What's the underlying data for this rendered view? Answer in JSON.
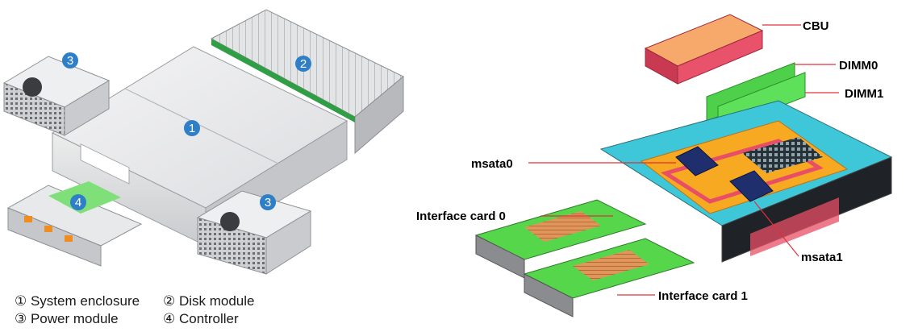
{
  "left": {
    "badges": {
      "enclosure": "1",
      "disk": "2",
      "power": "3",
      "controller": "4"
    },
    "legend": [
      {
        "text": "① System enclosure"
      },
      {
        "text": "② Disk module"
      },
      {
        "text": "③ Power module"
      },
      {
        "text": "④ Controller"
      }
    ]
  },
  "right": {
    "labels": {
      "cbu": "CBU",
      "dimm0": "DIMM0",
      "dimm1": "DIMM1",
      "msata0": "msata0",
      "msata1": "msata1",
      "interface0": "Interface card 0",
      "interface1": "Interface card 1"
    }
  },
  "colors": {
    "badge": "#2f7fc8",
    "cbu": "#e8536b",
    "cbu_label": "#f6a96b",
    "dimm": "#4fd04a",
    "board_orange": "#f7a922",
    "pcb_cyan": "#3ec7d8",
    "card_green": "#55d64b",
    "heatsink": "#e0955a",
    "leader_red": "#e0303a",
    "chassis_gray": "#d9dadc"
  }
}
